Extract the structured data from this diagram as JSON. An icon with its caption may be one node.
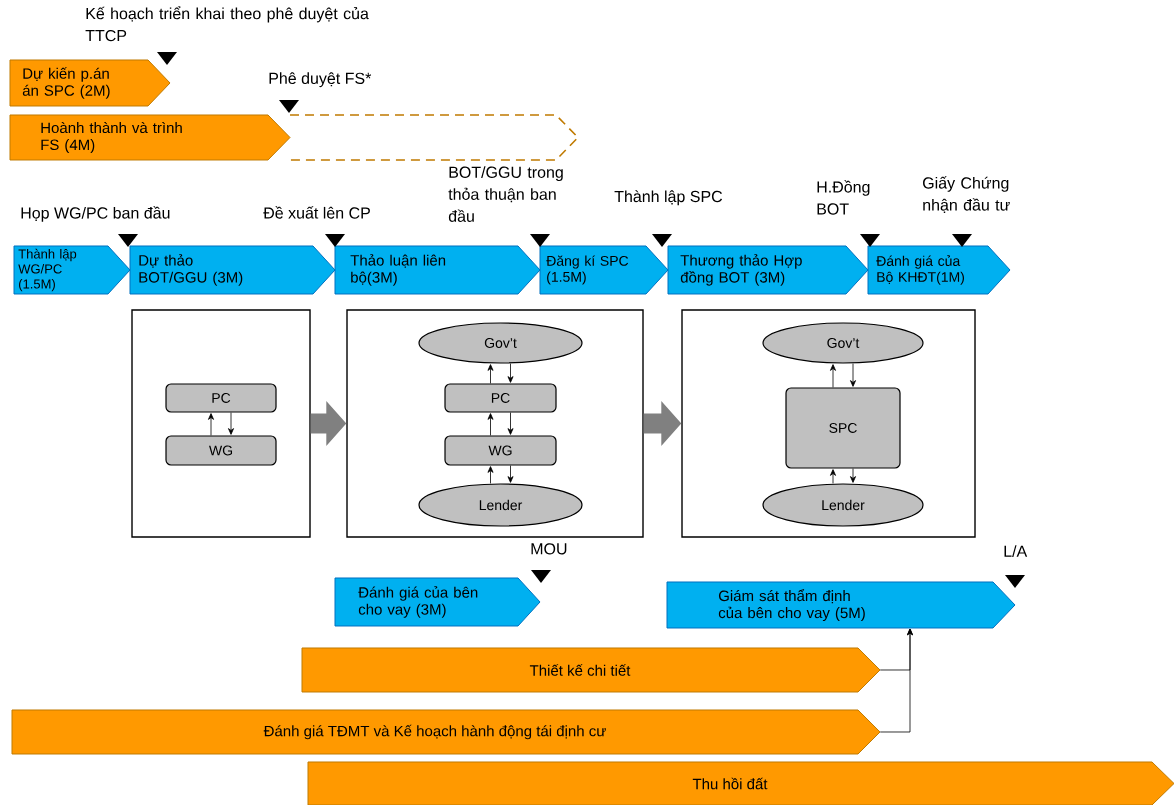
{
  "diagram": {
    "nodes": [
      {
        "text": [
          "Dự kiến p.án án SPC (2M)"
        ]
      },
      {
        "text": [
          "Hoành thành và trình FS (4M)"
        ]
      },
      {
        "text": [],
        "shape": "chevron"
      },
      {
        "text": [
          "Thành lập WG/PC (1.5M)"
        ]
      },
      {
        "text": [
          "Dự thảo BOT/GGU (3M)"
        ]
      },
      {
        "text": [
          "Thảo luận liên bộ(3M)"
        ]
      },
      {
        "text": [
          "Đăng kí SPC (1.5M)"
        ]
      },
      {
        "text": [
          "Thương thảo Hợp đồng BOT (3M)"
        ]
      },
      {
        "text": [
          "Đánh giá của Bộ KHĐT(1M)"
        ]
      },
      {
        "text": [],
        "shape": "box"
      },
      {
        "text": [
          "PC"
        ],
        "in": 9
      },
      {
        "text": [
          "WG"
        ],
        "in": 9
      },
      {
        "text": [],
        "shape": "box"
      },
      {
        "text": [
          "Gov’t"
        ],
        "in": 12
      },
      {
        "text": [
          "PC"
        ],
        "in": 12
      },
      {
        "text": [
          "WG"
        ],
        "in": 12
      },
      {
        "text": [
          "Lender"
        ],
        "in": 12
      },
      {
        "text": [],
        "shape": "box"
      },
      {
        "text": [
          "Gov’t"
        ],
        "in": 17
      },
      {
        "text": [
          "SPC"
        ],
        "in": 17
      },
      {
        "text": [
          "Lender"
        ],
        "in": 17
      },
      {
        "text": [
          "Đánh giá của bên cho vay (3M)"
        ]
      },
      {
        "text": [
          "Giám sát thẩm định của bên cho vay (5M)"
        ]
      },
      {
        "text": [
          "Thiết kế chi tiết"
        ]
      },
      {
        "text": [
          "Đánh giá TĐMT và Kế hoạch hành động tái định cư"
        ]
      },
      {
        "text": [
          "Thu hồi đất"
        ]
      }
    ],
    "edges": [
      {
        "from": 11,
        "to": 10,
        "arrow": "to"
      },
      {
        "from": 10,
        "to": 11,
        "arrow": "to"
      },
      {
        "from": 9,
        "to": 12,
        "arrow": "to",
        "style": "thick",
        "color": "#808080"
      },
      {
        "from": 14,
        "to": 13,
        "arrow": "to"
      },
      {
        "from": 13,
        "to": 14,
        "arrow": "to"
      },
      {
        "from": 15,
        "to": 14,
        "arrow": "to"
      },
      {
        "from": 14,
        "to": 15,
        "arrow": "to"
      },
      {
        "from": 16,
        "to": 15,
        "arrow": "to"
      },
      {
        "from": 15,
        "to": 16,
        "arrow": "to"
      },
      {
        "from": 12,
        "to": 17,
        "arrow": "to",
        "style": "thick",
        "color": "#808080"
      },
      {
        "from": 19,
        "to": 18,
        "arrow": "to"
      },
      {
        "from": 18,
        "to": 19,
        "arrow": "to"
      },
      {
        "from": 20,
        "to": 19,
        "arrow": "to"
      },
      {
        "from": 19,
        "to": 20,
        "arrow": "to"
      },
      {
        "from": 23,
        "to": 22,
        "arrow": "to"
      },
      {
        "from": 24,
        "to": 22,
        "arrow": "to"
      }
    ],
    "labels": [
      "Kế hoạch triển khai theo phê duyệt của TTCP",
      "Phê duyệt FS*",
      "Họp WG/PC ban đầu",
      "Đề xuất lên CP",
      "BOT/GGU trong thỏa thuận ban đầu",
      "Thành lập SPC",
      "H.Đồng BOT",
      "Giấy Chứng nhận đầu tư",
      "MOU",
      "L/A"
    ]
  }
}
